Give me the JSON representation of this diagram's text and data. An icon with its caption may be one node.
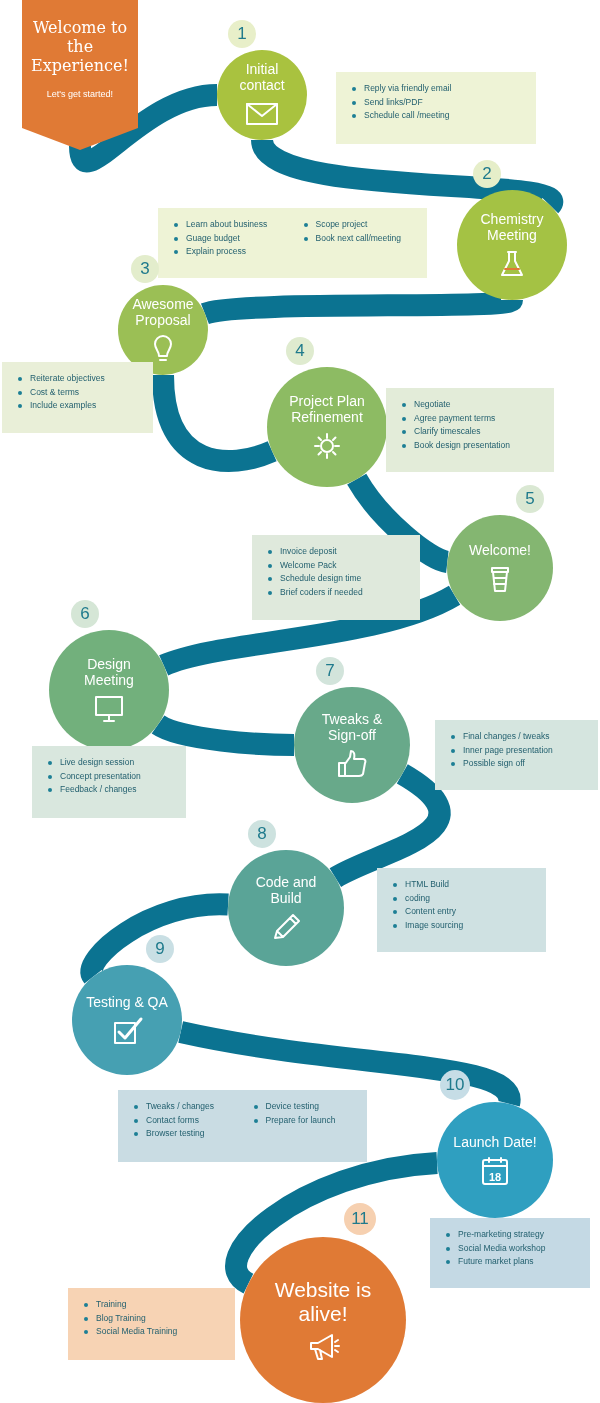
{
  "diagram": {
    "nodes": [
      {
        "text": [
          "Welcome to the Experience!",
          "Let's get started!"
        ]
      },
      {
        "text": [
          "Initial contact"
        ],
        "beside": [
          "1"
        ]
      },
      {
        "text": [
          "Reply via friendly email",
          "Send links/PDF",
          "Schedule call /meeting"
        ]
      },
      {
        "text": [
          "Chemistry Meeting"
        ],
        "beside": [
          "2"
        ]
      },
      {
        "text": [
          "Learn about business",
          "Guage budget",
          "Explain process",
          "Scope project",
          "Book next call/meeting"
        ]
      },
      {
        "text": [
          "Awesome Proposal"
        ],
        "beside": [
          "3"
        ]
      },
      {
        "text": [
          "Reiterate objectives",
          "Cost & terms",
          "Include examples"
        ]
      },
      {
        "text": [
          "Project Plan Refinement"
        ],
        "beside": [
          "4"
        ]
      },
      {
        "text": [
          "Negotiate",
          "Agree payment terms",
          "Clarify timescales",
          "Book design presentation"
        ]
      },
      {
        "text": [
          "Welcome!"
        ],
        "beside": [
          "5"
        ]
      },
      {
        "text": [
          "Invoice deposit",
          "Welcome Pack",
          "Schedule design time",
          "Brief coders if needed"
        ]
      },
      {
        "text": [
          "Design Meeting"
        ],
        "beside": [
          "6"
        ]
      },
      {
        "text": [
          "Live design session",
          "Concept presentation",
          "Feedback / changes"
        ]
      },
      {
        "text": [
          "Tweaks & Sign-off"
        ],
        "beside": [
          "7"
        ]
      },
      {
        "text": [
          "Final changes / tweaks",
          "Inner page presentation",
          "Possible sign off"
        ]
      },
      {
        "text": [
          "Code and Build"
        ],
        "beside": [
          "8"
        ]
      },
      {
        "text": [
          "HTML Build",
          "coding",
          "Content entry",
          "Image sourcing"
        ]
      },
      {
        "text": [
          "Testing & QA"
        ],
        "beside": [
          "9"
        ]
      },
      {
        "text": [
          "Tweaks / changes",
          "Contact forms",
          "Browser testing",
          "Device testing",
          "Prepare for launch"
        ]
      },
      {
        "text": [
          "Launch Date!",
          "18"
        ],
        "beside": [
          "10"
        ]
      },
      {
        "text": [
          "Pre-marketing strategy",
          "Social Media workshop",
          "Future market plans"
        ]
      },
      {
        "text": [
          "Website is alive!"
        ],
        "beside": [
          "11"
        ]
      },
      {
        "text": [
          "Training",
          "Blog Training",
          "Social Media Training"
        ]
      }
    ],
    "edges": [
      {
        "from": 0,
        "to": 1,
        "arrow": "none"
      },
      {
        "from": 1,
        "to": 3,
        "arrow": "none"
      },
      {
        "from": 3,
        "to": 5,
        "arrow": "none"
      },
      {
        "from": 5,
        "to": 7,
        "arrow": "none"
      },
      {
        "from": 7,
        "to": 9,
        "arrow": "none"
      },
      {
        "from": 9,
        "to": 11,
        "arrow": "none"
      },
      {
        "from": 11,
        "to": 13,
        "arrow": "none"
      },
      {
        "from": 13,
        "to": 15,
        "arrow": "none"
      },
      {
        "from": 15,
        "to": 17,
        "arrow": "none"
      },
      {
        "from": 17,
        "to": 19,
        "arrow": "none"
      },
      {
        "from": 19,
        "to": 21,
        "arrow": "none"
      }
    ]
  }
}
